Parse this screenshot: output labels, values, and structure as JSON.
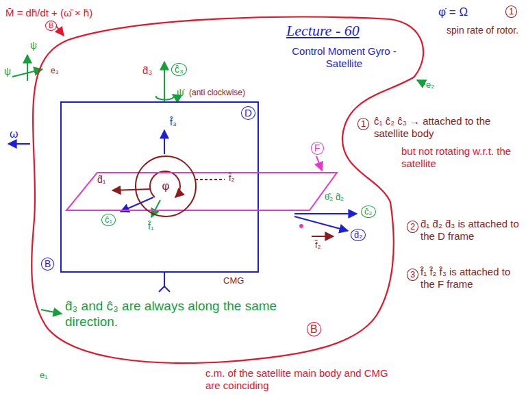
{
  "diagram": {
    "title": "Lecture - 60",
    "nodes": [
      {
        "text": [
          "B"
        ]
      },
      {
        "text": [
          "D"
        ],
        "in": 0
      },
      {
        "text": [
          "F"
        ],
        "in": 1
      },
      {
        "text": [
          "φ"
        ],
        "in": 2
      }
    ],
    "labels": [
      "Control Moment Gyro - Satellite",
      "φ̇ = Ω",
      "spin rate of rotor.",
      "1",
      "M̄ = dh̄/dt + (ω̄ × h̄)",
      "B",
      "ψ",
      "ψ",
      "e₃",
      "ω",
      "d̂₃",
      "ĉ₃",
      "ψ̇",
      "(anti clockwise)",
      "f̂₃",
      "d̂₁",
      "ĉ₁",
      "f̂₁",
      "f̂₂",
      "θ̂₂ d̂₂",
      "ĉ₂",
      "d̂₂",
      "f̂₂",
      "CMG",
      "B",
      "e₂",
      "1",
      "ĉ₁ ĉ₂ ĉ₃ → attached to the satellite body",
      "but not rotating w.r.t. the satellite",
      "2",
      "d̂₁ d̂₂ d̂₃ is attached to the D frame",
      "3",
      "f̂₁ f̂₂ f̂₃ is attached to the F frame",
      "d̂₃ and ĉ₃ are always along the same direction.",
      "c.m. of the satellite main body and CMG are coinciding",
      "e₁"
    ]
  }
}
